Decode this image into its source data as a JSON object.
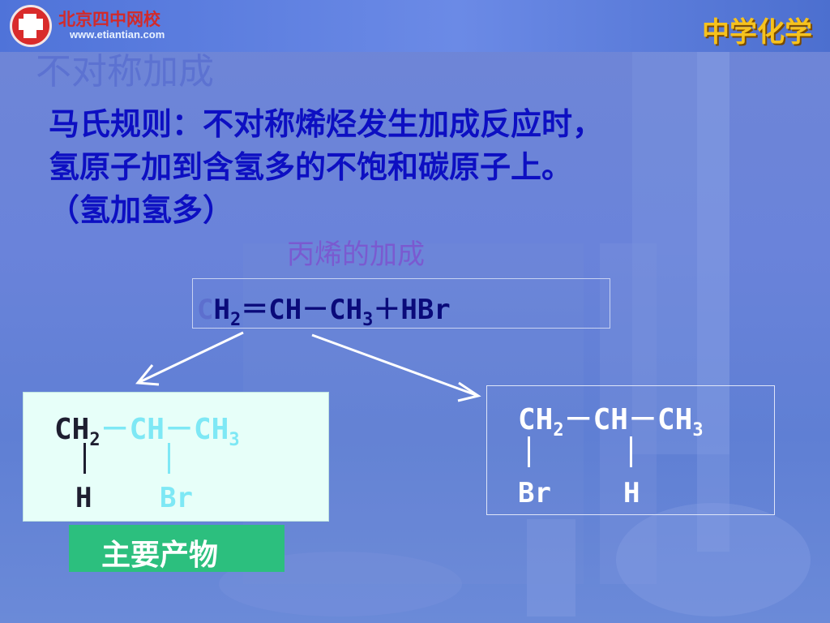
{
  "header": {
    "brand": "北京四中网校",
    "url": "www.etiantian.com",
    "subject": "中学化学"
  },
  "slide": {
    "section_title": "不对称加成",
    "rule_line1": "马氏规则：不对称烯烃发生加成反应时，",
    "rule_line2": "氢原子加到含氢多的不饱和碳原子上。",
    "rule_line3": "（氢加氢多）",
    "example_title": "丙烯的加成",
    "reaction": {
      "c": "C",
      "h2": "H",
      "sub2": "2",
      "rest1": "＝CH－CH",
      "sub3": "3",
      "rest2": "＋HBr"
    },
    "product_main": {
      "ch2": "CH",
      "sub2": "2",
      "mid": "－CH－CH",
      "sub3": "3",
      "sub_left": "H",
      "sub_right": "Br"
    },
    "product_minor": {
      "ch2": "CH",
      "sub2": "2",
      "mid": "－CH－CH",
      "sub3": "3",
      "sub_left": "Br",
      "sub_right": "H"
    },
    "main_product_label": "主要产物"
  },
  "colors": {
    "background": "#6a83da",
    "rule_text": "#0d0fc2",
    "label_bg": "#2cbf7e",
    "main_box_bg": "#e7fff9"
  }
}
